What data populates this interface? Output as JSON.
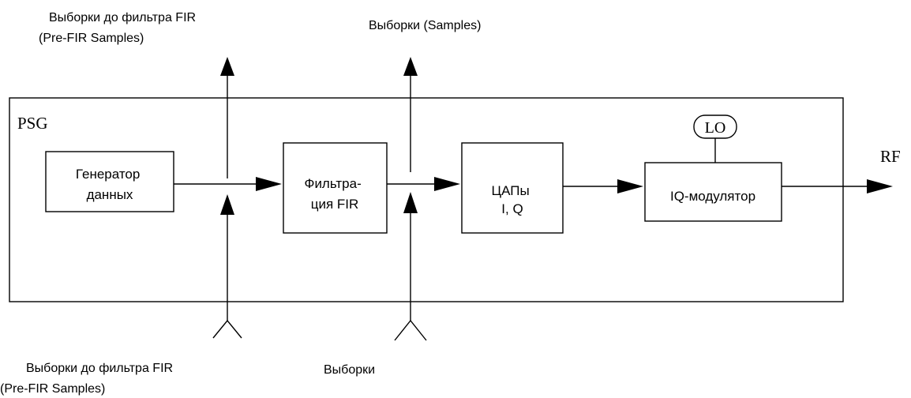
{
  "system_label": "PSG",
  "lo_label": "LO",
  "rf_label": "RF",
  "blocks": {
    "data_generator": [
      "Генератор",
      "данных"
    ],
    "fir_filter": [
      "Фильтра-",
      "ция FIR"
    ],
    "dac": [
      "ЦАПы",
      "I, Q"
    ],
    "iq_modulator": [
      "IQ-модулятор"
    ]
  },
  "taps": {
    "pre_fir_output": [
      "Выборки до фильтра FIR",
      "(Pre-FIR Samples)"
    ],
    "samples_output": [
      "Выборки (Samples)"
    ],
    "pre_fir_input": [
      "Выборки до фильтра FIR",
      "(Pre-FIR Samples)"
    ],
    "samples_input": [
      "Выборки"
    ]
  }
}
